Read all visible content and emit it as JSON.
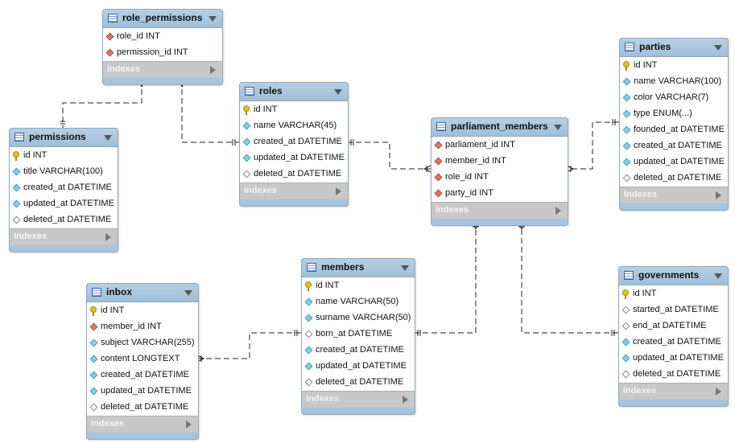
{
  "tables": {
    "role_permissions": {
      "name": "role_permissions",
      "columns": [
        {
          "text": "role_id INT",
          "kind": "fk"
        },
        {
          "text": "permission_id INT",
          "kind": "fk"
        }
      ],
      "indexes_label": "Indexes"
    },
    "roles": {
      "name": "roles",
      "columns": [
        {
          "text": "id INT",
          "kind": "pk"
        },
        {
          "text": "name VARCHAR(45)",
          "kind": "nn"
        },
        {
          "text": "created_at DATETIME",
          "kind": "nn"
        },
        {
          "text": "updated_at DATETIME",
          "kind": "nn"
        },
        {
          "text": "deleted_at DATETIME",
          "kind": "nl"
        }
      ],
      "indexes_label": "Indexes"
    },
    "permissions": {
      "name": "permissions",
      "columns": [
        {
          "text": "id INT",
          "kind": "pk"
        },
        {
          "text": "title VARCHAR(100)",
          "kind": "nn"
        },
        {
          "text": "created_at DATETIME",
          "kind": "nn"
        },
        {
          "text": "updated_at DATETIME",
          "kind": "nn"
        },
        {
          "text": "deleted_at DATETIME",
          "kind": "nl"
        }
      ],
      "indexes_label": "Indexes"
    },
    "parliament_members": {
      "name": "parliament_members",
      "columns": [
        {
          "text": "parliament_id INT",
          "kind": "fk"
        },
        {
          "text": "member_id INT",
          "kind": "fk"
        },
        {
          "text": "role_id INT",
          "kind": "fk"
        },
        {
          "text": "party_id INT",
          "kind": "fk"
        }
      ],
      "indexes_label": "Indexes"
    },
    "parties": {
      "name": "parties",
      "columns": [
        {
          "text": "id INT",
          "kind": "pk"
        },
        {
          "text": "name VARCHAR(100)",
          "kind": "nn"
        },
        {
          "text": "color VARCHAR(7)",
          "kind": "nn"
        },
        {
          "text": "type ENUM(...)",
          "kind": "nn"
        },
        {
          "text": "founded_at DATETIME",
          "kind": "nn"
        },
        {
          "text": "created_at DATETIME",
          "kind": "nn"
        },
        {
          "text": "updated_at DATETIME",
          "kind": "nn"
        },
        {
          "text": "deleted_at DATETIME",
          "kind": "nl"
        }
      ],
      "indexes_label": "Indexes"
    },
    "inbox": {
      "name": "inbox",
      "columns": [
        {
          "text": "id INT",
          "kind": "pk"
        },
        {
          "text": "member_id INT",
          "kind": "fk"
        },
        {
          "text": "subject VARCHAR(255)",
          "kind": "nn"
        },
        {
          "text": "content LONGTEXT",
          "kind": "nn"
        },
        {
          "text": "created_at DATETIME",
          "kind": "nn"
        },
        {
          "text": "updated_at DATETIME",
          "kind": "nn"
        },
        {
          "text": "deleted_at DATETIME",
          "kind": "nl"
        }
      ],
      "indexes_label": "Indexes"
    },
    "members": {
      "name": "members",
      "columns": [
        {
          "text": "id INT",
          "kind": "pk"
        },
        {
          "text": "name VARCHAR(50)",
          "kind": "nn"
        },
        {
          "text": "surname VARCHAR(50)",
          "kind": "nn"
        },
        {
          "text": "born_at DATETIME",
          "kind": "nl"
        },
        {
          "text": "created_at DATETIME",
          "kind": "nn"
        },
        {
          "text": "updated_at DATETIME",
          "kind": "nn"
        },
        {
          "text": "deleted_at DATETIME",
          "kind": "nl"
        }
      ],
      "indexes_label": "Indexes"
    },
    "governments": {
      "name": "governments",
      "columns": [
        {
          "text": "id INT",
          "kind": "pk"
        },
        {
          "text": "started_at DATETIME",
          "kind": "nl"
        },
        {
          "text": "end_at DATETIME",
          "kind": "nl"
        },
        {
          "text": "created_at DATETIME",
          "kind": "nn"
        },
        {
          "text": "updated_at DATETIME",
          "kind": "nn"
        },
        {
          "text": "deleted_at DATETIME",
          "kind": "nl"
        }
      ],
      "indexes_label": "Indexes"
    }
  },
  "icons": {
    "table": "table-icon",
    "primary_key": "key-icon",
    "foreign_key": "red-diamond-icon",
    "not_null": "filled-diamond-icon",
    "nullable": "hollow-diamond-icon",
    "menu": "caret-down-icon",
    "indexes_expand": "caret-right-icon"
  },
  "colors": {
    "table_header": "#a7c4dc",
    "indexes_bar": "#c8c8c8",
    "primary_key": "#e8c020",
    "foreign_key": "#d9776f",
    "not_null": "#7fd3dc"
  }
}
